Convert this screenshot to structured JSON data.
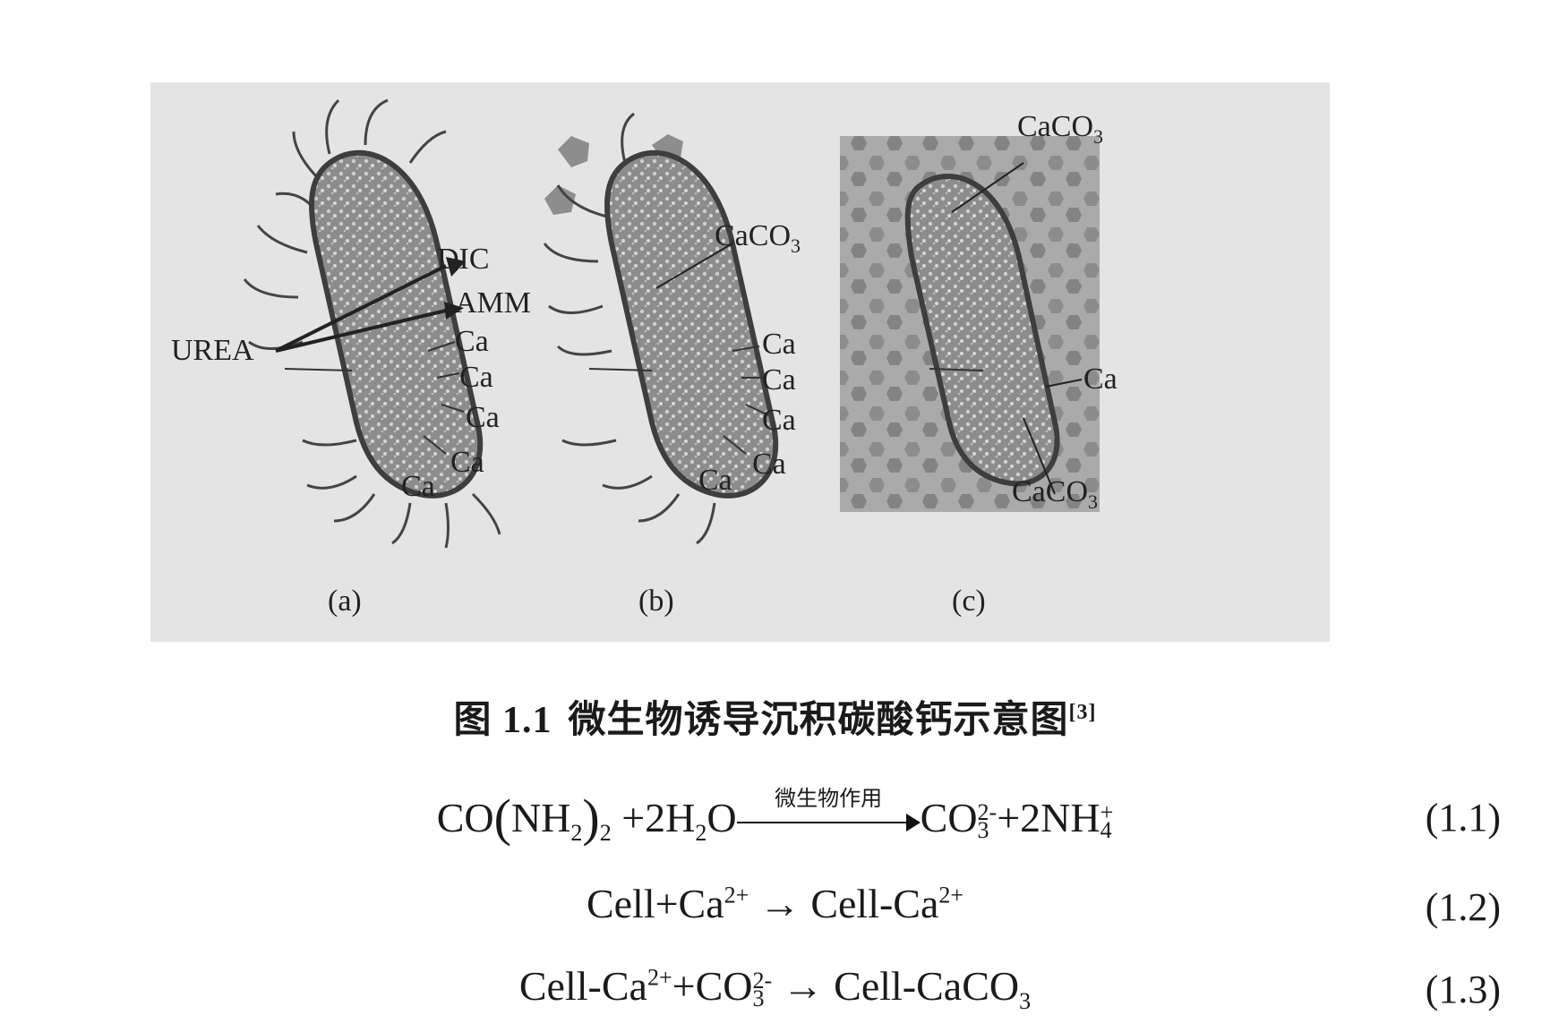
{
  "figure": {
    "panels": [
      {
        "label": "(a)",
        "annotations": {
          "dic": "DIC",
          "amm": "AMM",
          "urea": "UREA",
          "ca": "Ca"
        }
      },
      {
        "label": "(b)",
        "annotations": {
          "caco3": "CaCO",
          "caco3_sub": "3",
          "ca": "Ca"
        }
      },
      {
        "label": "(c)",
        "annotations": {
          "caco3": "CaCO",
          "caco3_sub": "3",
          "ca": "Ca"
        }
      }
    ],
    "colors": {
      "background": "#e4e4e4",
      "cell": "#6e6e6e",
      "cell_dark": "#3e3e3e",
      "crystal": "#8a8a8a"
    }
  },
  "caption": {
    "number": "图 1.1",
    "title": "微生物诱导沉积碳酸钙示意图",
    "ref": "[3]"
  },
  "equations": [
    {
      "number": "(1.1)",
      "lhs_co": "CO",
      "lhs_nh": "NH",
      "sub2": "2",
      "plus_2h": "+2H",
      "o": "O",
      "arrow_label": "微生物作用",
      "rhs_co": "CO",
      "charge_2minus": "2-",
      "sub3": "3",
      "plus_2nh": "+2NH",
      "charge_plus": "+",
      "sub4": "4"
    },
    {
      "number": "(1.2)",
      "left": "Cell+Ca",
      "charge": "2+",
      "arrow": "→",
      "right": "Cell-Ca"
    },
    {
      "number": "(1.3)",
      "left": "Cell-Ca",
      "charge": "2+",
      "plus_co": "+CO",
      "charge_2minus": "2-",
      "sub3": "3",
      "arrow": "→",
      "right": "Cell-CaCO",
      "right_sub": "3"
    }
  ]
}
